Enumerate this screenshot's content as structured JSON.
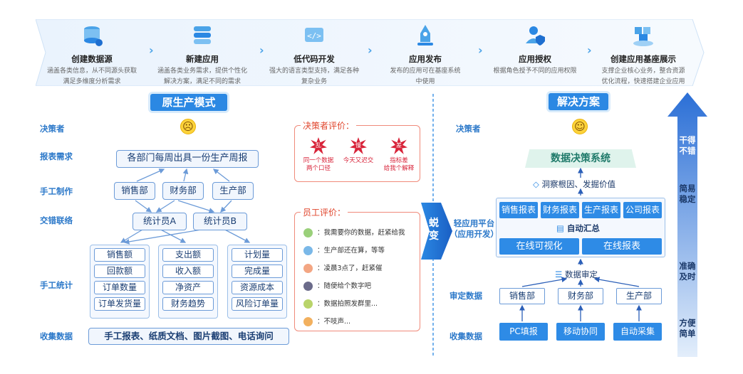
{
  "banner": {
    "steps": [
      {
        "title": "创建数据源",
        "desc1": "涵盖各类信息，从不同源头获取",
        "desc2": "满足多维度分析需求",
        "icon": "database-icon"
      },
      {
        "title": "新建应用",
        "desc1": "涵盖各类业务需求，提供个性化",
        "desc2": "解决方案，满足不同的需求",
        "icon": "server-stack-icon"
      },
      {
        "title": "低代码开发",
        "desc1": "强大的语言类型支持，满足各种",
        "desc2": "复杂业务",
        "icon": "code-icon"
      },
      {
        "title": "应用发布",
        "desc1": "发布的应用可在基座系统",
        "desc2": "中使用",
        "icon": "rocket-icon"
      },
      {
        "title": "应用授权",
        "desc1": "根据角色授予不同的应用权限",
        "desc2": "",
        "icon": "user-shield-icon"
      },
      {
        "title": "创建应用基座展示",
        "desc1": "支撑企业核心业务，整合资源",
        "desc2": "优化流程，快速搭建企业应用",
        "icon": "platform-icon"
      }
    ]
  },
  "left": {
    "heading": "原生产模式",
    "labels": {
      "decision": "决策者",
      "report": "报表需求",
      "manual": "手工制作",
      "liaison": "交错联络",
      "stats": "手工统计",
      "collect": "收集数据"
    },
    "report_need": "各部门每周出具一份生产周报",
    "depts": [
      "销售部",
      "财务部",
      "生产部"
    ],
    "clerks": [
      "统计员A",
      "统计员B"
    ],
    "groups": [
      [
        "销售额",
        "回款额",
        "订单数量",
        "订单发货量"
      ],
      [
        "支出额",
        "收入额",
        "净资产",
        "财务趋势"
      ],
      [
        "计划量",
        "完成量",
        "资源成本",
        "风险订单量"
      ]
    ],
    "collect_text": "手工报表、纸质文档、图片截图、电话询问"
  },
  "middle": {
    "decision_title": "决策者评价：",
    "decision_items": [
      {
        "glyph": "乱",
        "cap1": "同一个数据",
        "cap2": "两个口径"
      },
      {
        "glyph": "慢",
        "cap1": "今天又迟交",
        "cap2": ""
      },
      {
        "glyph": "差",
        "cap1": "指标差",
        "cap2": "给我个解释"
      }
    ],
    "staff_title": "员工评价：",
    "staff_comments": [
      "：我需要你的数据，赶紧给我",
      "：生产部还在算，等等",
      "：凌晨3点了，赶紧催",
      "：随便给个数字吧",
      "：数据拍照发群里...",
      "：不吱声..."
    ],
    "avatar_colors": [
      "#9ad07a",
      "#7ab8e8",
      "#f3a683",
      "#6b6b8a",
      "#b9d46a",
      "#f2b05e"
    ],
    "transform": "蜕变"
  },
  "right": {
    "heading": "解决方案",
    "labels": {
      "decision": "决策者",
      "platform1": "轻应用平台",
      "platform2": "（应用开发）",
      "verify": "审定数据",
      "collect": "收集数据"
    },
    "system": "数据决策系统",
    "insight": "洞察根因、发掘价值",
    "reports": [
      "销售报表",
      "财务报表",
      "生产报表",
      "公司报表"
    ],
    "auto": "自动汇总",
    "online": [
      "在线可视化",
      "在线报表"
    ],
    "audit": "数据审定",
    "depts": [
      "销售部",
      "财务部",
      "生产部"
    ],
    "sources": [
      "PC填报",
      "移动协同",
      "自动采集"
    ]
  },
  "arrow": {
    "labels": [
      [
        "干得",
        "不错"
      ],
      [
        "简易",
        "稳定"
      ],
      [
        "准确",
        "及时"
      ],
      [
        "方便",
        "简单"
      ]
    ]
  }
}
